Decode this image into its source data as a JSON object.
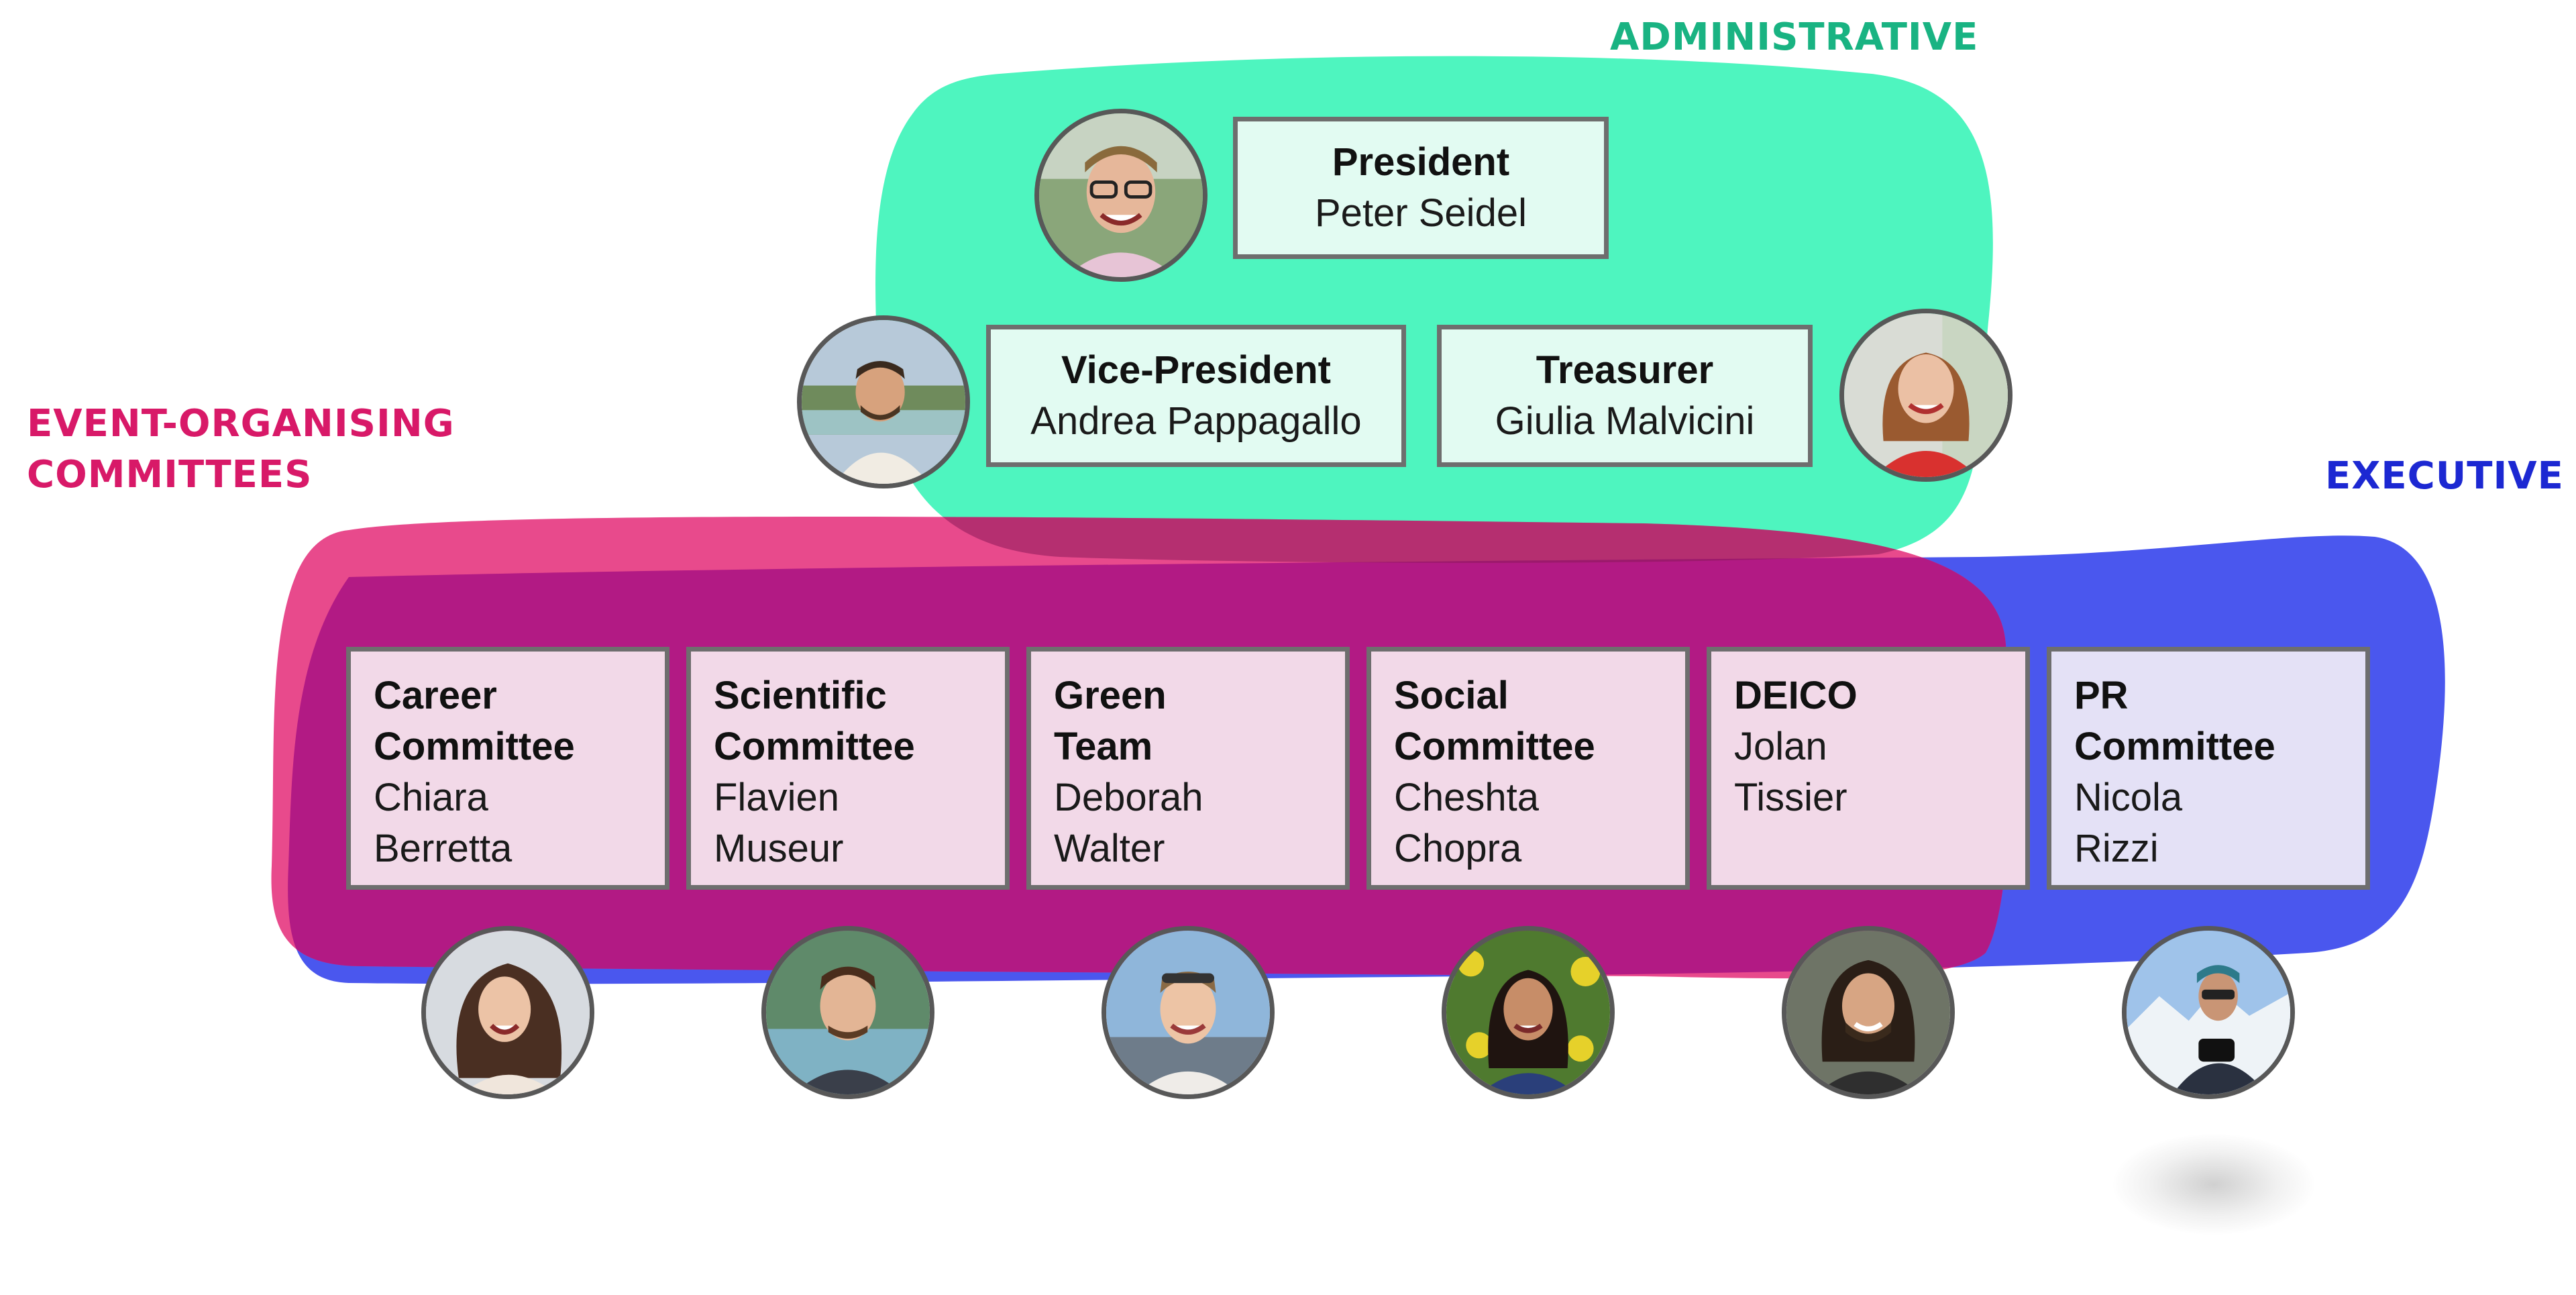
{
  "groups": {
    "administrative": {
      "label": "ADMINISTRATIVE",
      "color": "#19b382"
    },
    "event_organising": {
      "label": "EVENT-ORGANISING\nCOMMITTEES",
      "color": "#d81968"
    },
    "executive": {
      "label": "EXECUTIVE",
      "color": "#1c28d2"
    }
  },
  "administrative": {
    "president": {
      "role": "President",
      "name": "Peter Seidel"
    },
    "vice_president": {
      "role": "Vice-President",
      "name": "Andrea Pappagallo"
    },
    "treasurer": {
      "role": "Treasurer",
      "name": "Giulia Malvicini"
    }
  },
  "committees": [
    {
      "role": "Career\nCommittee",
      "name": "Chiara\nBerretta"
    },
    {
      "role": "Scientific\nCommittee",
      "name": "Flavien\nMuseur"
    },
    {
      "role": "Green\nTeam",
      "name": "Deborah\nWalter"
    },
    {
      "role": "Social\nCommittee",
      "name": "Cheshta\nChopra"
    },
    {
      "role": "DEICO\n",
      "name": "Jolan\nTissier"
    },
    {
      "role": "PR\nCommittee",
      "name": "Nicola\nRizzi"
    }
  ],
  "colors": {
    "admin_blob": "#4ef5bf",
    "event_blob": "#e84a8c",
    "exec_blob": "#4a57ee",
    "overlap": "#b21a84",
    "card_border": "#6e6e6e",
    "admin_card": "#e2fbf2",
    "committee_card": "#f2d9e8",
    "exec_card": "#e4e1f6"
  },
  "icons": {
    "avatar": "person-photo"
  }
}
